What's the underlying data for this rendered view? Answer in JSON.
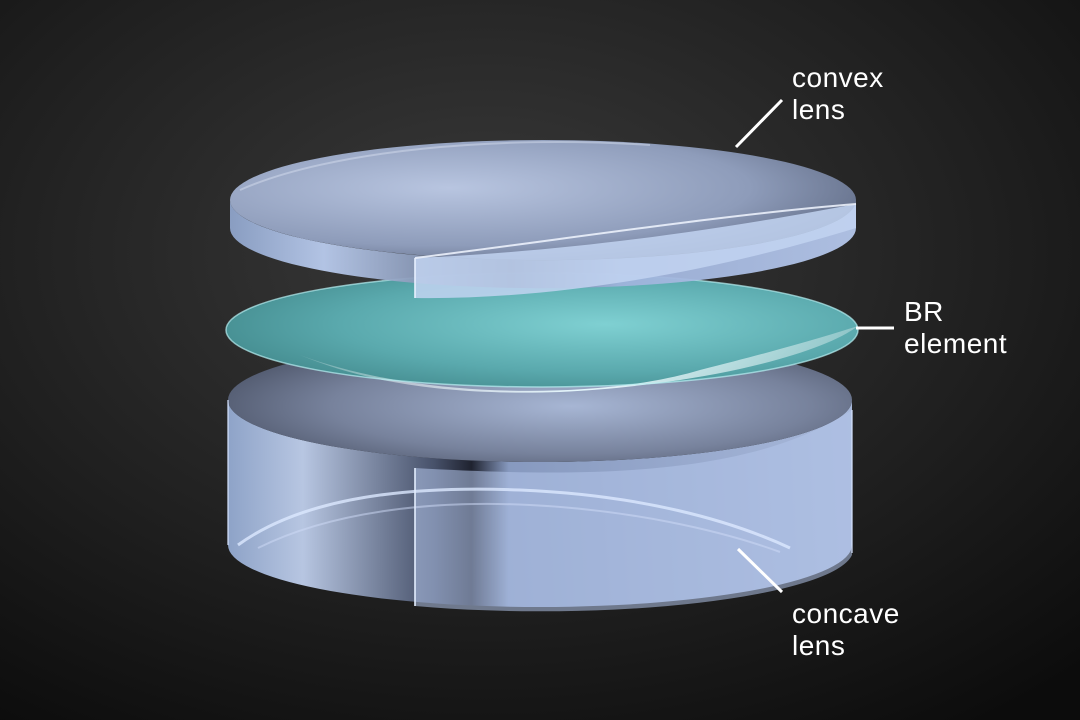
{
  "labels": {
    "convex": {
      "line1": "convex",
      "line2": "lens"
    },
    "br_element": {
      "line1": "BR",
      "line2": "element"
    },
    "concave": {
      "line1": "concave",
      "line2": "lens"
    }
  },
  "colors": {
    "background": "#1a1a1a",
    "glass": "#a9c0e6",
    "br_element": "#62b3b8",
    "leader_line": "#ffffff"
  }
}
